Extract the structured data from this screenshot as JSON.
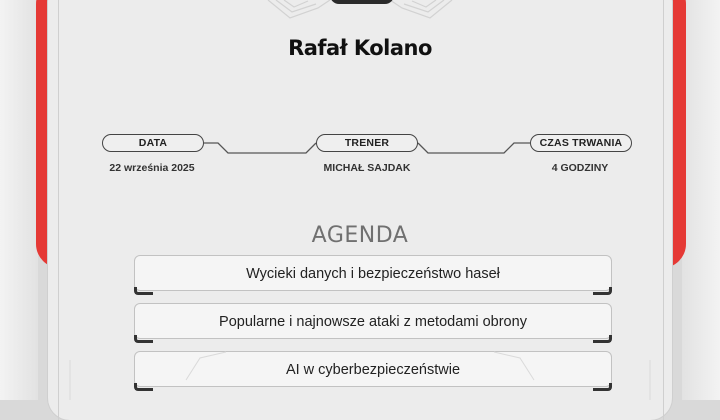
{
  "header": {
    "badge_label": "",
    "participant_name": "Rafał Kolano"
  },
  "details": {
    "date_label": "DATA",
    "date_value": "22 września 2025",
    "trainer_label": "TRENER",
    "trainer_value": "MICHAŁ SAJDAK",
    "duration_label": "CZAS TRWANIA",
    "duration_value": "4 GODZINY"
  },
  "agenda": {
    "title": "AGENDA",
    "items": [
      "Wycieki danych i bezpieczeństwo haseł",
      "Popularne i najnowsze ataki z metodami obrony",
      "AI w cyberbezpieczeństwie"
    ]
  },
  "colors": {
    "accent": "#e53935",
    "card": "#ececec",
    "dark": "#2b2b2b"
  }
}
